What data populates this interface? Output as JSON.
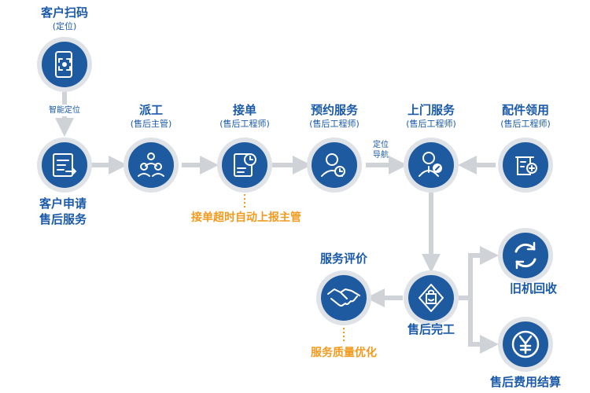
{
  "colors": {
    "circle": "#1e5aa0",
    "ring": "#dfe3e8",
    "arrow": "#cfd3d8",
    "text": "#1a5aa8",
    "accent": "#f39a1e"
  },
  "nodes": {
    "scan": {
      "title": "客户扫码",
      "sub": "(定位)",
      "icon": "qr-scan-phone-icon"
    },
    "apply": {
      "title": "客户申请",
      "title2": "售后服务",
      "icon": "form-arrow-icon"
    },
    "dispatch": {
      "title": "派工",
      "sub": "(售后主管)",
      "icon": "team-icon"
    },
    "accept": {
      "title": "接单",
      "sub": "(售后工程师)",
      "icon": "document-clock-icon"
    },
    "appointment": {
      "title": "预约服务",
      "sub": "(售后工程师)",
      "icon": "user-clock-icon"
    },
    "onsite": {
      "title": "上门服务",
      "sub": "(售后工程师)",
      "icon": "engineer-tool-icon"
    },
    "parts": {
      "title": "配件领用",
      "sub": "(售后工程师)",
      "icon": "parts-box-icon"
    },
    "complete": {
      "title": "售后完工",
      "icon": "shopping-bag-icon"
    },
    "review": {
      "title": "服务评价",
      "icon": "handshake-icon"
    },
    "recycle": {
      "title": "旧机回收",
      "icon": "recycle-arrows-icon"
    },
    "settlement": {
      "title": "售后费用结算",
      "icon": "yuan-coin-icon"
    }
  },
  "edges": {
    "smart_locate": "智能定位",
    "locate_nav_1": "定位",
    "locate_nav_2": "导航"
  },
  "annotations": {
    "auto_report": "接单超时自动上报主管",
    "quality": "服务质量优化"
  }
}
